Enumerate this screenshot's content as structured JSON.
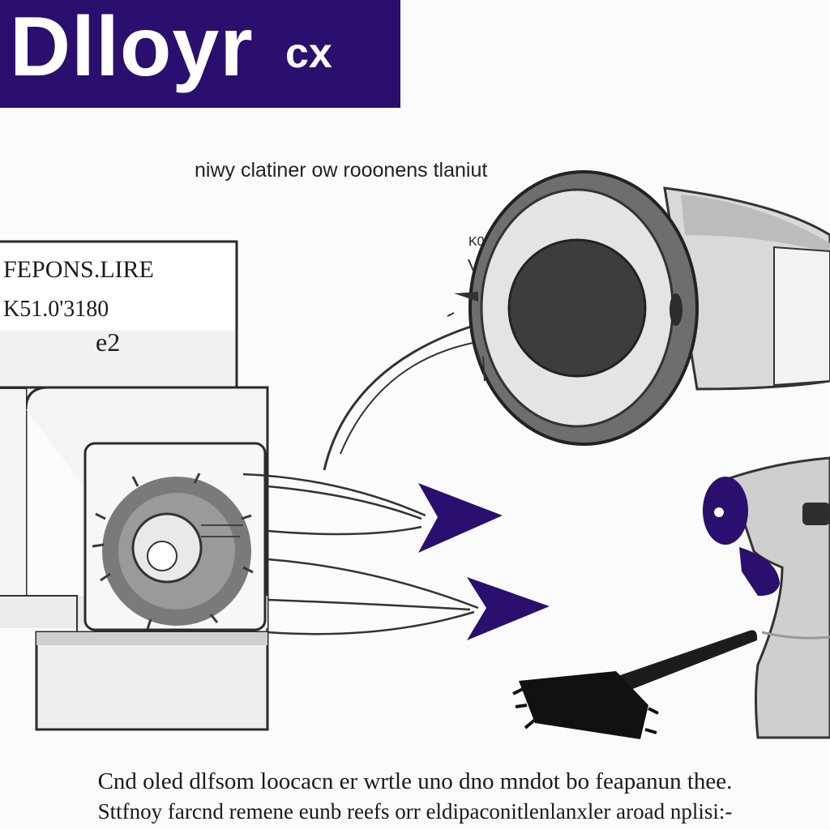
{
  "brand": {
    "logo_main": "Dlloyr",
    "logo_sub": "cx",
    "bar_color": "#2a0f6e"
  },
  "caption": "niwy clatiner ow rooonens tlaniut",
  "panel": {
    "line1": "FEPONS.LIRE",
    "line2": "K51.0'3180",
    "line3": "e2"
  },
  "dryer_label": "K0",
  "footer": {
    "line1": "Cnd oled dlfsom loocacn er wrtle uno dno mndot bo feapanun thee.",
    "line2": "Sttfnoy farcnd remene eunb reefs orr eldipaconitlenlanxler aroad nplisi:-"
  },
  "colors": {
    "accent": "#2a0f6e",
    "metal": "#8d8d8d",
    "dark": "#3a3a3a"
  },
  "icons": [
    "dust-ball-icon",
    "hair-dryer-icon",
    "handheld-vacuum-icon",
    "brush-icon",
    "arrow-icon"
  ]
}
